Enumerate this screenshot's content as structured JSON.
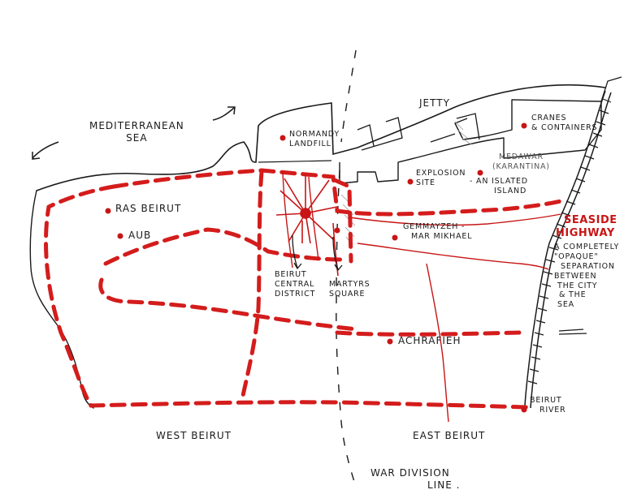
{
  "labels": {
    "sea": [
      "MEDITERRANEAN",
      "SEA"
    ],
    "normandy": [
      "NORMANDY",
      "LANDFILL"
    ],
    "jetty": "JETTY",
    "cranes": [
      "CRANES",
      "& CONTAINERS"
    ],
    "medawar": [
      "MEDAWAR",
      "(KARANTINA)",
      "- AN ISLATED",
      "ISLAND"
    ],
    "explosion": [
      "EXPLOSION",
      "SITE"
    ],
    "ras_beirut": "RAS BEIRUT",
    "aub": "AUB",
    "gemmayzeh": [
      "GEMMAYZEH -",
      "MAR MIKHAEL"
    ],
    "bcd": [
      "BEIRUT",
      "CENTRAL",
      "DISTRICT"
    ],
    "martyrs": [
      "MARTYRS",
      "SQUARE"
    ],
    "achrafieh": "ACHRAFIEH",
    "seaside_highway": [
      "SEASIDE",
      "HIGHWAY"
    ],
    "separation_note": [
      "A COMPLETELY",
      "\"OPAQUE\"",
      "SEPARATION",
      "BETWEEN",
      "THE CITY",
      "&  THE",
      "SEA"
    ],
    "beirut_river": [
      "BEIRUT",
      "RIVER"
    ],
    "west_beirut": "WEST BEIRUT",
    "east_beirut": "EAST BEIRUT",
    "war_division_line": [
      "WAR DIVISION",
      "LINE ."
    ]
  },
  "colors": {
    "ink": "#1a1a1a",
    "road_red": "#d41c1c"
  }
}
